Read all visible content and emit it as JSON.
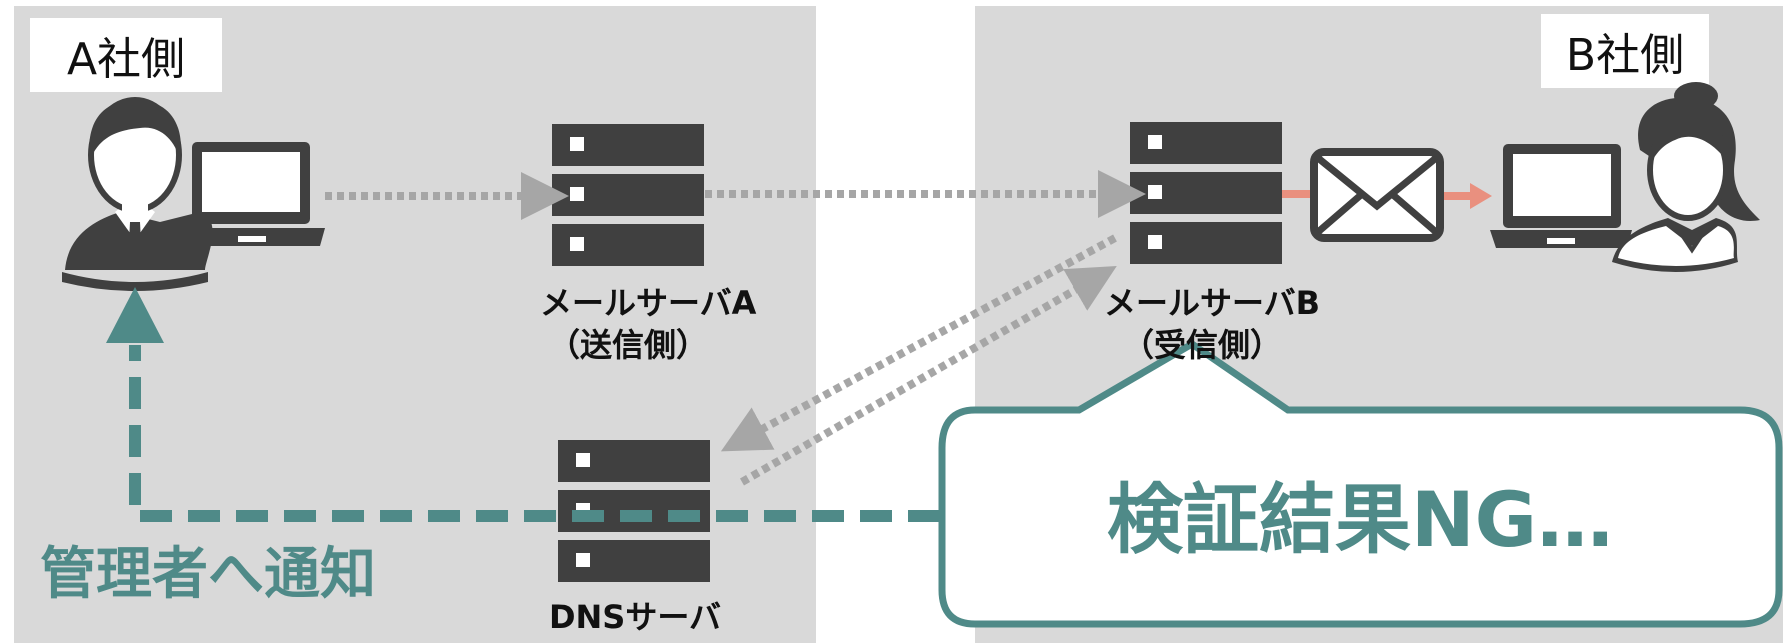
{
  "diagram": {
    "side_a": {
      "label": "A社側"
    },
    "side_b": {
      "label": "B社側"
    },
    "server_a": {
      "name": "メールサーバA",
      "role": "（送信側）"
    },
    "server_b": {
      "name": "メールサーバB",
      "role": "（受信側）"
    },
    "dns_server": {
      "name": "DNSサーバ"
    },
    "notice": "管理者へ通知",
    "callout": "検証結果NG…",
    "colors": {
      "panel": "#d9d9d9",
      "server": "#404040",
      "accent": "#4f8a88",
      "mail_arrow": "#e9907f",
      "dotted": "#a6a6a6"
    }
  }
}
